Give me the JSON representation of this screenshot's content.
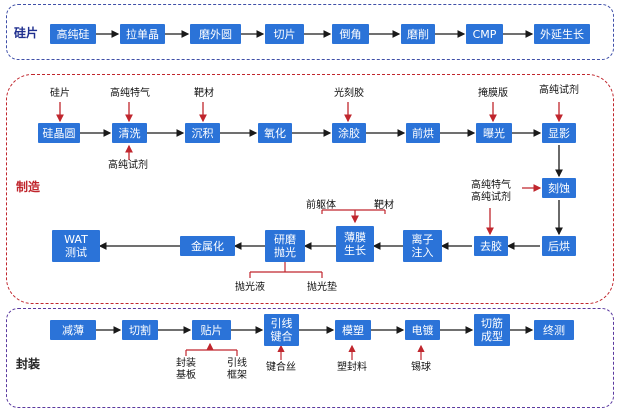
{
  "sections": {
    "wafer": {
      "label": "硅片"
    },
    "fab": {
      "label": "制造"
    },
    "packaging": {
      "label": "封装"
    }
  },
  "wafer_flow": [
    "高纯硅",
    "拉单晶",
    "磨外圆",
    "切片",
    "倒角",
    "磨削",
    "CMP",
    "外延生长"
  ],
  "fab_row1": [
    "硅晶圆",
    "清洗",
    "沉积",
    "氧化",
    "涂胶",
    "前烘",
    "曝光",
    "显影"
  ],
  "fab_right": [
    "刻蚀",
    "后烘"
  ],
  "fab_row3": [
    "去胶",
    "离子\n注入",
    "薄膜\n生长",
    "研磨\n抛光",
    "金属化",
    "WAT\n测试"
  ],
  "fab_inputs": {
    "wafer_in": "硅片",
    "gas_top": "高纯特气",
    "target_top": "靶材",
    "photoresist": "光刻胶",
    "mask": "掩膜版",
    "reagent_top": "高纯试剂",
    "reagent_bottom": "高纯试剂",
    "etch_inputs": "高纯特气\n高纯试剂",
    "precursor": "前躯体",
    "target_film": "靶材",
    "polish_liquid": "抛光液",
    "polish_pad": "抛光垫"
  },
  "pkg_flow": [
    "减薄",
    "切割",
    "贴片",
    "引线\n键合",
    "模塑",
    "电镀",
    "切筋\n成型",
    "终测"
  ],
  "pkg_inputs": {
    "substrate": "封装\n基板",
    "leadframe": "引线\n框架",
    "bond_wire": "键合丝",
    "mold_compound": "塑封料",
    "tin_ball": "锡球"
  },
  "colors": {
    "box": "#2b73d8",
    "arrow": "#1a1a1a",
    "input_arrow": "#c0262d",
    "wafer_border": "#3f4fa8",
    "fab_border": "#c0262d",
    "pkg_border": "#5b3aa0"
  }
}
